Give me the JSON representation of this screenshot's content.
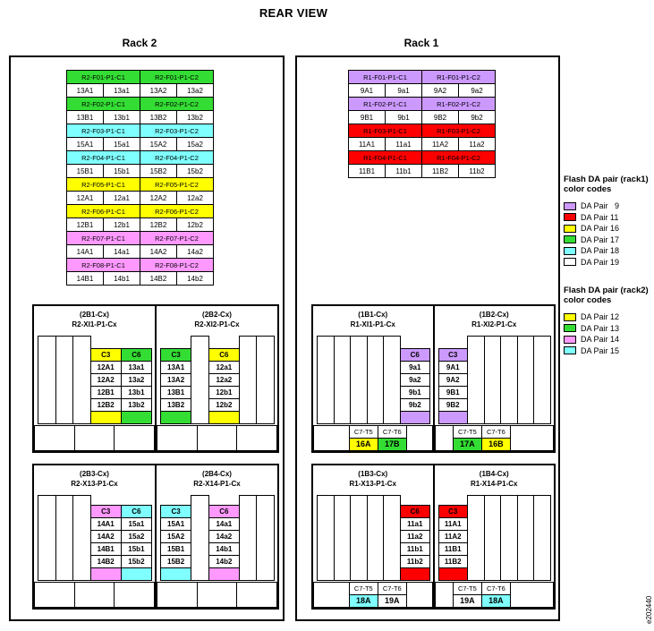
{
  "title": "REAR VIEW",
  "figure_id": "e202440",
  "colors": {
    "green": "#33dd33",
    "cyan": "#7fffff",
    "yellow": "#ffff00",
    "magenta": "#ff99ff",
    "purple": "#cc99ff",
    "red": "#ff0000",
    "white": "#ffffff"
  },
  "racks": [
    {
      "name": "Rack 2",
      "cable_table": {
        "rows": [
          {
            "color": "green",
            "labels": [
              "R2-F01-P1-C1",
              "R2-F01-P1-C2"
            ],
            "ports": [
              "13A1",
              "13a1",
              "13A2",
              "13a2"
            ]
          },
          {
            "color": "green",
            "labels": [
              "R2-F02-P1-C1",
              "R2-F02-P1-C2"
            ],
            "ports": [
              "13B1",
              "13b1",
              "13B2",
              "13b2"
            ]
          },
          {
            "color": "cyan",
            "labels": [
              "R2-F03-P1-C1",
              "R2-F03-P1-C2"
            ],
            "ports": [
              "15A1",
              "15a1",
              "15A2",
              "15a2"
            ]
          },
          {
            "color": "cyan",
            "labels": [
              "R2-F04-P1-C1",
              "R2-F04-P1-C2"
            ],
            "ports": [
              "15B1",
              "15b1",
              "15B2",
              "15b2"
            ]
          },
          {
            "color": "yellow",
            "labels": [
              "R2-F05-P1-C1",
              "R2-F05-P1-C2"
            ],
            "ports": [
              "12A1",
              "12a1",
              "12A2",
              "12a2"
            ]
          },
          {
            "color": "yellow",
            "labels": [
              "R2-F06-P1-C1",
              "R2-F06-P1-C2"
            ],
            "ports": [
              "12B1",
              "12b1",
              "12B2",
              "12b2"
            ]
          },
          {
            "color": "magenta",
            "labels": [
              "R2-F07-P1-C1",
              "R2-F07-P1-C2"
            ],
            "ports": [
              "14A1",
              "14a1",
              "14A2",
              "14a2"
            ]
          },
          {
            "color": "magenta",
            "labels": [
              "R2-F08-P1-C1",
              "R2-F08-P1-C2"
            ],
            "ports": [
              "14B1",
              "14b1",
              "14B2",
              "14b2"
            ]
          }
        ]
      },
      "drawers": [
        {
          "halves": [
            {
              "title_line1": "(2B1-Cx)",
              "title_line2": "R2-XI1-P1-Cx",
              "slots": [
                {
                  "empty": true
                },
                {
                  "empty": true
                },
                {
                  "empty": true
                },
                {
                  "name": "C3",
                  "color": "yellow",
                  "ports": [
                    "12A1",
                    "12A2",
                    "12B1",
                    "12B2"
                  ]
                },
                {
                  "name": "C6",
                  "color": "green",
                  "ports": [
                    "13a1",
                    "13a2",
                    "13b1",
                    "13b2"
                  ]
                }
              ],
              "footer": []
            },
            {
              "title_line1": "(2B2-Cx)",
              "title_line2": "R2-XI2-P1-Cx",
              "slots": [
                {
                  "name": "C3",
                  "color": "green",
                  "ports": [
                    "13A1",
                    "13A2",
                    "13B1",
                    "13B2"
                  ]
                },
                {
                  "empty": true
                },
                {
                  "name": "C6",
                  "color": "yellow",
                  "ports": [
                    "12a1",
                    "12a2",
                    "12b1",
                    "12b2"
                  ]
                },
                {
                  "empty": true
                },
                {
                  "empty": true
                }
              ],
              "footer": []
            }
          ]
        },
        {
          "halves": [
            {
              "title_line1": "(2B3-Cx)",
              "title_line2": "R2-X13-P1-Cx",
              "slots": [
                {
                  "empty": true
                },
                {
                  "empty": true
                },
                {
                  "empty": true
                },
                {
                  "name": "C3",
                  "color": "magenta",
                  "ports": [
                    "14A1",
                    "14A2",
                    "14B1",
                    "14B2"
                  ]
                },
                {
                  "name": "C6",
                  "color": "cyan",
                  "ports": [
                    "15a1",
                    "15a2",
                    "15b1",
                    "15b2"
                  ]
                }
              ],
              "footer": []
            },
            {
              "title_line1": "(2B4-Cx)",
              "title_line2": "R2-X14-P1-Cx",
              "slots": [
                {
                  "name": "C3",
                  "color": "cyan",
                  "ports": [
                    "15A1",
                    "15A2",
                    "15B1",
                    "15B2"
                  ]
                },
                {
                  "empty": true
                },
                {
                  "name": "C6",
                  "color": "magenta",
                  "ports": [
                    "14a1",
                    "14a2",
                    "14b1",
                    "14b2"
                  ]
                },
                {
                  "empty": true
                },
                {
                  "empty": true
                }
              ],
              "footer": []
            }
          ]
        }
      ]
    },
    {
      "name": "Rack 1",
      "cable_table": {
        "rows": [
          {
            "color": "purple",
            "labels": [
              "R1-F01-P1-C1",
              "R1-F01-P1-C2"
            ],
            "ports": [
              "9A1",
              "9a1",
              "9A2",
              "9a2"
            ]
          },
          {
            "color": "purple",
            "labels": [
              "R1-F02-P1-C1",
              "R1-F02-P1-C2"
            ],
            "ports": [
              "9B1",
              "9b1",
              "9B2",
              "9b2"
            ]
          },
          {
            "color": "red",
            "labels": [
              "R1-F03-P1-C1",
              "R1-F03-P1-C2"
            ],
            "ports": [
              "11A1",
              "11a1",
              "11A2",
              "11a2"
            ]
          },
          {
            "color": "red",
            "labels": [
              "R1-F04-P1-C1",
              "R1-F04-P1-C2"
            ],
            "ports": [
              "11B1",
              "11b1",
              "11B2",
              "11b2"
            ]
          }
        ]
      },
      "drawers": [
        {
          "halves": [
            {
              "title_line1": "(1B1-Cx)",
              "title_line2": "R1-XI1-P1-Cx",
              "slots": [
                {
                  "empty": true
                },
                {
                  "empty": true
                },
                {
                  "empty": true
                },
                {
                  "empty": true
                },
                {
                  "empty": true
                },
                {
                  "name": "C6",
                  "color": "purple",
                  "ports": [
                    "9a1",
                    "9a2",
                    "9b1",
                    "9b2"
                  ]
                }
              ],
              "footer": [
                {
                  "label": "C7-T5",
                  "value": "16A",
                  "color": "yellow"
                },
                {
                  "label": "C7-T6",
                  "value": "17B",
                  "color": "green"
                }
              ]
            },
            {
              "title_line1": "(1B2-Cx)",
              "title_line2": "R1-XI2-P1-Cx",
              "slots": [
                {
                  "name": "C3",
                  "color": "purple",
                  "ports": [
                    "9A1",
                    "9A2",
                    "9B1",
                    "9B2"
                  ]
                },
                {
                  "empty": true
                },
                {
                  "empty": true
                },
                {
                  "empty": true
                },
                {
                  "empty": true
                },
                {
                  "empty": true
                }
              ],
              "footer": [
                {
                  "label": "C7-T5",
                  "value": "17A",
                  "color": "green"
                },
                {
                  "label": "C7-T6",
                  "value": "16B",
                  "color": "yellow"
                }
              ]
            }
          ]
        },
        {
          "halves": [
            {
              "title_line1": "(1B3-Cx)",
              "title_line2": "R1-X13-P1-Cx",
              "slots": [
                {
                  "empty": true
                },
                {
                  "empty": true
                },
                {
                  "empty": true
                },
                {
                  "empty": true
                },
                {
                  "empty": true
                },
                {
                  "name": "C6",
                  "color": "red",
                  "ports": [
                    "11a1",
                    "11a2",
                    "11b1",
                    "11b2"
                  ]
                }
              ],
              "footer": [
                {
                  "label": "C7-T5",
                  "value": "18A",
                  "color": "cyan"
                },
                {
                  "label": "C7-T6",
                  "value": "19A",
                  "color": "white"
                }
              ]
            },
            {
              "title_line1": "(1B4-Cx)",
              "title_line2": "R1-X14-P1-Cx",
              "slots": [
                {
                  "name": "C3",
                  "color": "red",
                  "ports": [
                    "11A1",
                    "11A2",
                    "11B1",
                    "11B2"
                  ]
                },
                {
                  "empty": true
                },
                {
                  "empty": true
                },
                {
                  "empty": true
                },
                {
                  "empty": true
                },
                {
                  "empty": true
                }
              ],
              "footer": [
                {
                  "label": "C7-T5",
                  "value": "19A",
                  "color": "white"
                },
                {
                  "label": "C7-T6",
                  "value": "18A",
                  "color": "cyan"
                }
              ]
            }
          ]
        }
      ]
    }
  ],
  "legends": [
    {
      "title_line1": "Flash DA pair (rack1)",
      "title_line2": "color codes",
      "items": [
        {
          "label": "DA Pair   9",
          "color": "purple"
        },
        {
          "label": "DA Pair 11",
          "color": "red"
        },
        {
          "label": "DA Pair 16",
          "color": "yellow"
        },
        {
          "label": "DA Pair 17",
          "color": "green"
        },
        {
          "label": "DA Pair 18",
          "color": "cyan"
        },
        {
          "label": "DA Pair 19",
          "color": "white"
        }
      ]
    },
    {
      "title_line1": "Flash DA pair (rack2)",
      "title_line2": "color codes",
      "items": [
        {
          "label": "DA Pair 12",
          "color": "yellow"
        },
        {
          "label": "DA Pair 13",
          "color": "green"
        },
        {
          "label": "DA Pair 14",
          "color": "magenta"
        },
        {
          "label": "DA Pair 15",
          "color": "cyan"
        }
      ]
    }
  ]
}
